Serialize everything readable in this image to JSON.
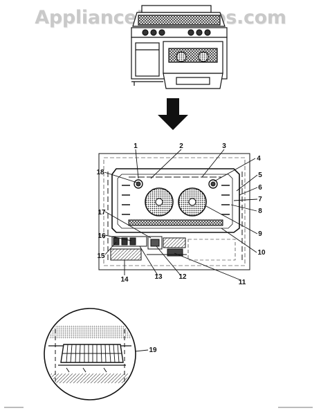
{
  "watermark": "AppliancePartsPros.com",
  "callouts": [
    "1",
    "2",
    "3",
    "4",
    "5",
    "6",
    "7",
    "8",
    "9",
    "10",
    "11",
    "12",
    "13",
    "14",
    "15",
    "16",
    "17",
    "18",
    "19"
  ]
}
